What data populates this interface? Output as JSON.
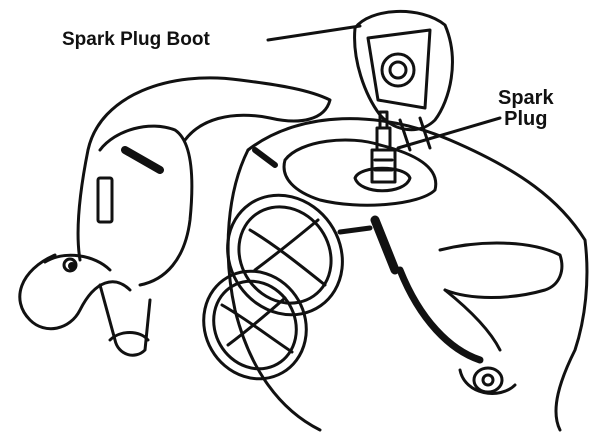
{
  "labels": {
    "spark_plug_boot": "Spark Plug Boot",
    "spark_plug_line1": "Spark",
    "spark_plug_line2": "Plug"
  },
  "colors": {
    "ink": "#111111",
    "background": "#ffffff"
  }
}
